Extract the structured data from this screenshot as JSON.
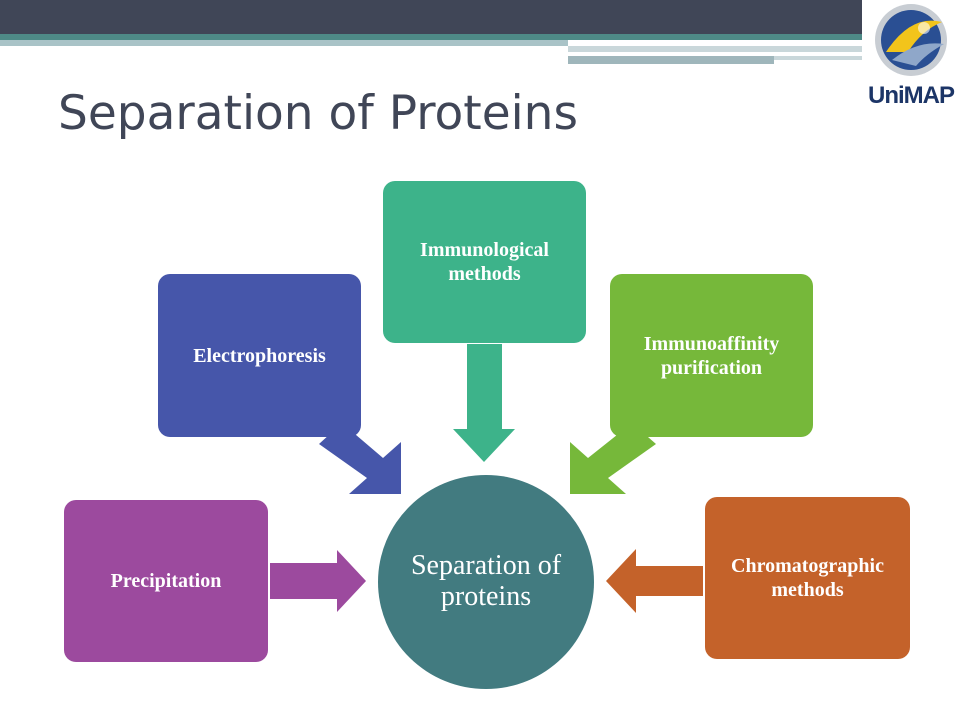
{
  "slide": {
    "title": "Separation of Proteins",
    "logo_text": "UniMAP"
  },
  "diagram": {
    "center": {
      "label": "Separation of proteins",
      "color": "#427b80"
    },
    "nodes": [
      {
        "id": "precipitation",
        "label": "Precipitation",
        "color": "#9c4a9e"
      },
      {
        "id": "electrophoresis",
        "label": "Electrophoresis",
        "color": "#4656aa"
      },
      {
        "id": "immunological",
        "label": "Immunological methods",
        "color": "#3db38a"
      },
      {
        "id": "immunoaffinity",
        "label": "Immunoaffinity purification",
        "color": "#76b83a"
      },
      {
        "id": "chromatographic",
        "label": "Chromatographic methods",
        "color": "#c4622a"
      }
    ]
  },
  "colors": {
    "title": "#404657",
    "top_bar": "#404657",
    "accent_stripe": "#4e8a87"
  }
}
